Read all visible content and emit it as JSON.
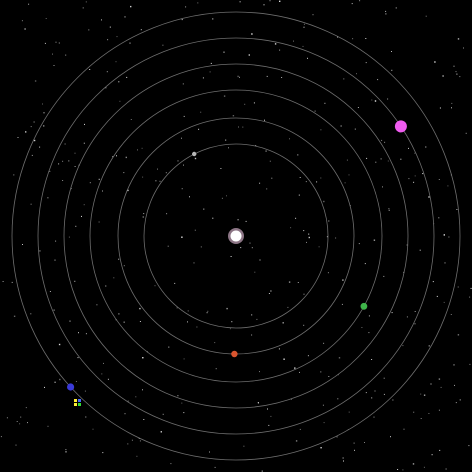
{
  "scene": {
    "background": "#000000",
    "orbit_color": "#6e6e6e",
    "orbit_count": 6,
    "star_field_color": "#ffffff"
  },
  "sun": {
    "icon": "sun-icon",
    "color": "#ffffff",
    "glow": "#ffd6f2"
  },
  "planets": [
    {
      "name": "planet-1",
      "icon": "gray-planet-icon",
      "color": "#b8b8b8",
      "orbit": 1
    },
    {
      "name": "planet-2",
      "icon": "red-planet-icon",
      "color": "#d9552f",
      "orbit": 2
    },
    {
      "name": "planet-3",
      "icon": "green-planet-icon",
      "color": "#3fb54a",
      "orbit": 3
    },
    {
      "name": "planet-4",
      "icon": "magenta-planet-icon",
      "color": "#f05cf0",
      "orbit": 5
    },
    {
      "name": "planet-5",
      "icon": "blue-planet-icon",
      "color": "#3a3ad8",
      "orbit": 6
    }
  ],
  "ship": {
    "icon": "ship-icon",
    "colors": [
      "#ffee33",
      "#4466ff",
      "#33dd33"
    ]
  }
}
